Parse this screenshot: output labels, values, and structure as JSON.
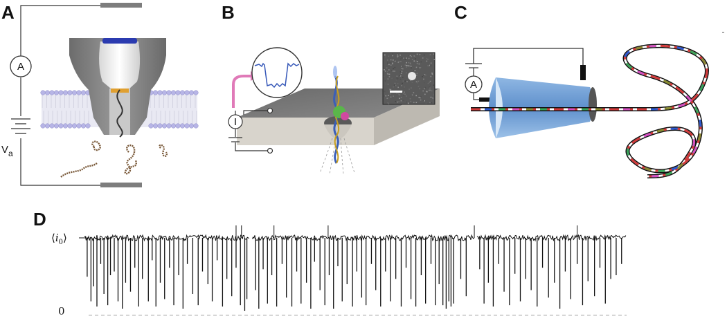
{
  "panels": {
    "a": {
      "label": "A",
      "ammeter_symbol": "A",
      "voltage_symbol": "V",
      "voltage_subscript": "a"
    },
    "b": {
      "label": "B",
      "current_symbol": "I"
    },
    "c": {
      "label": "C",
      "ammeter_symbol": "A"
    },
    "d": {
      "label": "D",
      "baseline_label_open": "⟨",
      "baseline_label_var": "i",
      "baseline_label_sub": "0",
      "baseline_label_close": "⟩",
      "zero_label": "0"
    }
  },
  "colors": {
    "trace": "#111111",
    "membrane_head": "#b7b5e6",
    "pore": "#8e8e8e",
    "blue_trace": "#3557b8",
    "pink_arrow": "#e07ab8",
    "cone": "#6f9fd6"
  },
  "trace": {
    "segments": [
      {
        "start": 0.0,
        "end": 0.305
      },
      {
        "start": 0.31,
        "end": 0.72
      },
      {
        "start": 0.725,
        "end": 1.0
      }
    ],
    "events": [
      [
        0.005,
        0.52
      ],
      [
        0.012,
        0.85
      ],
      [
        0.017,
        0.65
      ],
      [
        0.023,
        0.92
      ],
      [
        0.03,
        0.35
      ],
      [
        0.036,
        0.75
      ],
      [
        0.043,
        0.9
      ],
      [
        0.048,
        0.5
      ],
      [
        0.055,
        0.45
      ],
      [
        0.062,
        0.85
      ],
      [
        0.07,
        0.95
      ],
      [
        0.076,
        0.6
      ],
      [
        0.085,
        0.72
      ],
      [
        0.093,
        0.4
      ],
      [
        0.1,
        0.92
      ],
      [
        0.107,
        0.55
      ],
      [
        0.118,
        0.85
      ],
      [
        0.125,
        0.3
      ],
      [
        0.132,
        0.92
      ],
      [
        0.14,
        0.6
      ],
      [
        0.148,
        0.82
      ],
      [
        0.157,
        0.4
      ],
      [
        0.165,
        0.9
      ],
      [
        0.174,
        0.5
      ],
      [
        0.182,
        0.95
      ],
      [
        0.19,
        0.35
      ],
      [
        0.2,
        0.75
      ],
      [
        0.21,
        0.9
      ],
      [
        0.218,
        0.45
      ],
      [
        0.228,
        0.62
      ],
      [
        0.236,
        0.85
      ],
      [
        0.245,
        0.3
      ],
      [
        0.255,
        0.92
      ],
      [
        0.263,
        0.55
      ],
      [
        0.272,
        0.78
      ],
      [
        0.28,
        0.4
      ],
      [
        0.288,
        0.9
      ],
      [
        0.296,
        0.98
      ],
      [
        0.3,
        0.82
      ],
      [
        0.316,
        0.7
      ],
      [
        0.322,
        0.95
      ],
      [
        0.33,
        0.42
      ],
      [
        0.338,
        0.88
      ],
      [
        0.346,
        0.5
      ],
      [
        0.355,
        0.92
      ],
      [
        0.365,
        0.35
      ],
      [
        0.373,
        0.8
      ],
      [
        0.383,
        0.92
      ],
      [
        0.392,
        0.45
      ],
      [
        0.4,
        0.88
      ],
      [
        0.41,
        0.6
      ],
      [
        0.418,
        0.95
      ],
      [
        0.425,
        0.32
      ],
      [
        0.435,
        0.7
      ],
      [
        0.444,
        0.9
      ],
      [
        0.452,
        0.5
      ],
      [
        0.46,
        0.95
      ],
      [
        0.468,
        0.38
      ],
      [
        0.476,
        0.85
      ],
      [
        0.485,
        0.62
      ],
      [
        0.495,
        0.92
      ],
      [
        0.503,
        0.45
      ],
      [
        0.512,
        0.8
      ],
      [
        0.52,
        0.9
      ],
      [
        0.53,
        0.35
      ],
      [
        0.538,
        0.7
      ],
      [
        0.547,
        0.92
      ],
      [
        0.556,
        0.45
      ],
      [
        0.565,
        0.85
      ],
      [
        0.575,
        0.55
      ],
      [
        0.585,
        0.92
      ],
      [
        0.594,
        0.4
      ],
      [
        0.603,
        0.82
      ],
      [
        0.612,
        0.92
      ],
      [
        0.622,
        0.5
      ],
      [
        0.63,
        0.88
      ],
      [
        0.64,
        0.35
      ],
      [
        0.648,
        0.9
      ],
      [
        0.655,
        0.62
      ],
      [
        0.662,
        0.9
      ],
      [
        0.668,
        0.95
      ],
      [
        0.673,
        0.85
      ],
      [
        0.677,
        0.92
      ],
      [
        0.682,
        0.88
      ],
      [
        0.695,
        0.55
      ],
      [
        0.705,
        0.78
      ],
      [
        0.73,
        0.42
      ],
      [
        0.738,
        0.88
      ],
      [
        0.746,
        0.6
      ],
      [
        0.755,
        0.92
      ],
      [
        0.765,
        0.35
      ],
      [
        0.775,
        0.72
      ],
      [
        0.785,
        0.9
      ],
      [
        0.795,
        0.48
      ],
      [
        0.805,
        0.85
      ],
      [
        0.815,
        0.55
      ],
      [
        0.825,
        0.7
      ],
      [
        0.836,
        0.92
      ],
      [
        0.846,
        0.4
      ],
      [
        0.857,
        0.8
      ],
      [
        0.868,
        0.6
      ],
      [
        0.878,
        0.95
      ],
      [
        0.888,
        0.45
      ],
      [
        0.898,
        0.82
      ],
      [
        0.91,
        0.35
      ],
      [
        0.92,
        0.9
      ],
      [
        0.93,
        0.58
      ],
      [
        0.942,
        0.78
      ],
      [
        0.952,
        0.4
      ],
      [
        0.962,
        0.88
      ],
      [
        0.972,
        0.55
      ],
      [
        0.982,
        0.5
      ],
      [
        0.992,
        0.35
      ]
    ],
    "spikes_up": [
      0.28,
      0.29,
      0.35,
      0.45,
      0.72,
      0.91
    ]
  }
}
